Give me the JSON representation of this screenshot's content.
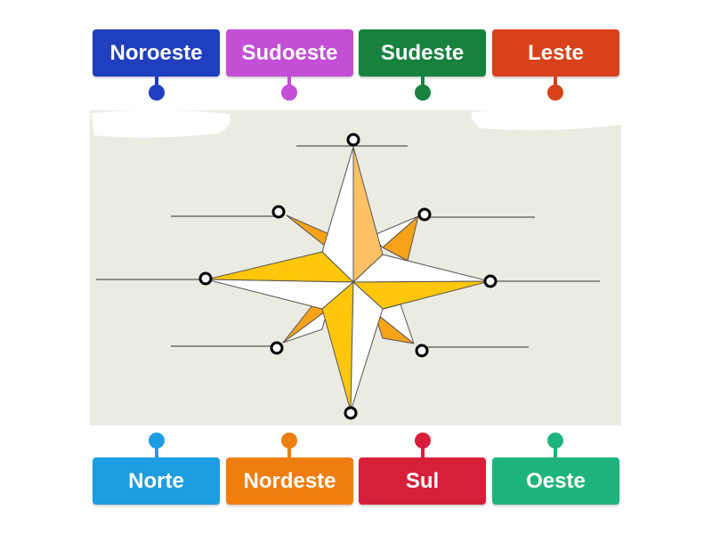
{
  "top_labels": [
    {
      "label": "Noroeste",
      "color": "#1f3fbf"
    },
    {
      "label": "Sudoeste",
      "color": "#c24fd6"
    },
    {
      "label": "Sudeste",
      "color": "#16823e"
    },
    {
      "label": "Leste",
      "color": "#d8421a"
    }
  ],
  "bottom_labels": [
    {
      "label": "Norte",
      "color": "#1d9de2"
    },
    {
      "label": "Nordeste",
      "color": "#f07e0f"
    },
    {
      "label": "Sul",
      "color": "#d81f3a"
    },
    {
      "label": "Oeste",
      "color": "#1eb47c"
    }
  ],
  "diagram": {
    "icon": "compass-rose-icon",
    "ray_colors": {
      "yellow": "#ffc60a",
      "light_orange": "#ffc163",
      "orange": "#f7a218",
      "white": "#ffffff",
      "outline": "#555555"
    }
  }
}
